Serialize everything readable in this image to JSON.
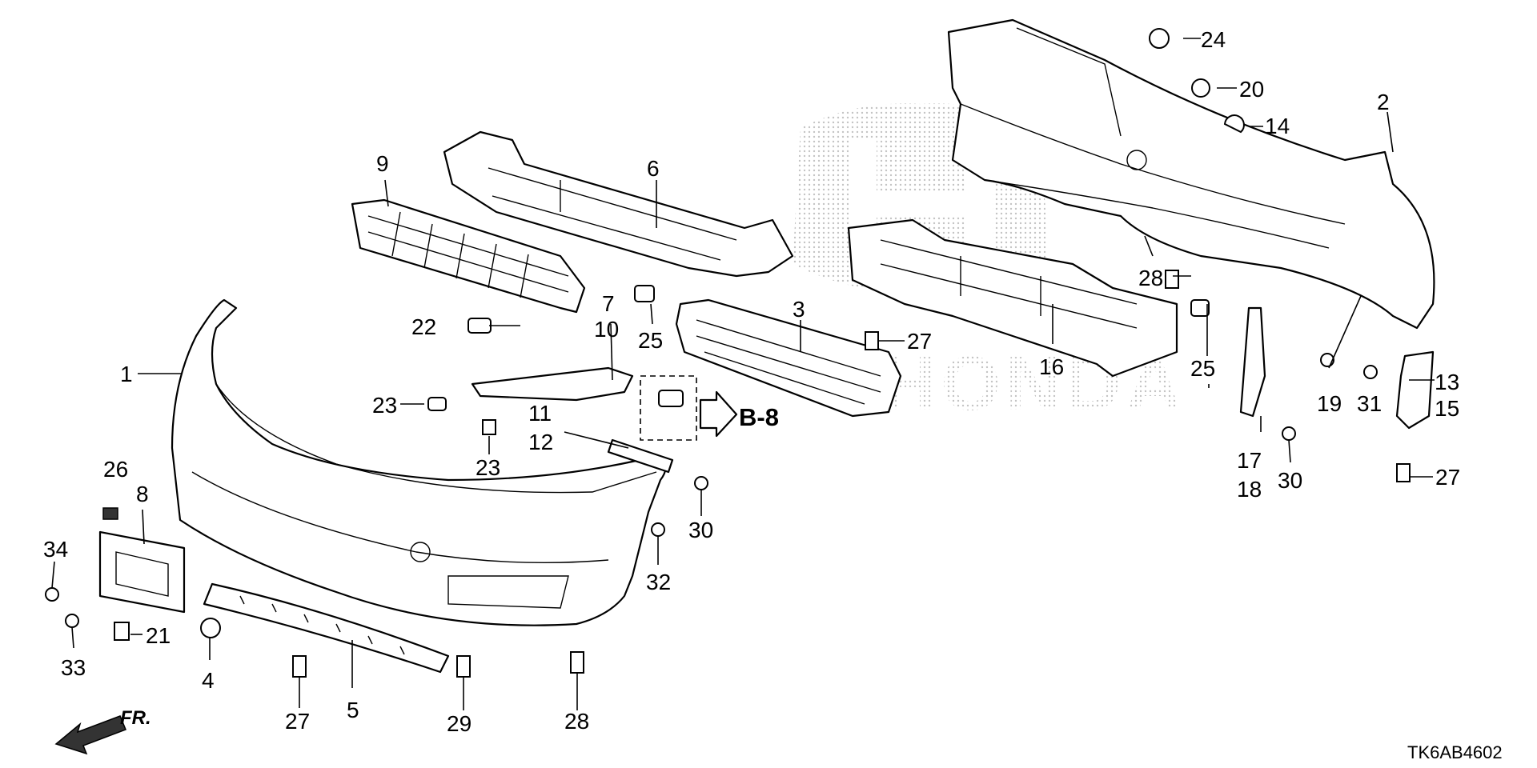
{
  "callouts": {
    "c1": "1",
    "c2": "2",
    "c3": "3",
    "c4": "4",
    "c5": "5",
    "c6": "6",
    "c7": "7",
    "c8": "8",
    "c9": "9",
    "c10": "10",
    "c11": "11",
    "c12": "12",
    "c13": "13",
    "c14": "14",
    "c15": "15",
    "c16": "16",
    "c17": "17",
    "c18": "18",
    "c19": "19",
    "c20": "20",
    "c21": "21",
    "c22": "22",
    "c23a": "23",
    "c23b": "23",
    "c24": "24",
    "c25a": "25",
    "c25b": "25",
    "c26": "26",
    "c27a": "27",
    "c27b": "27",
    "c27c": "27",
    "c28a": "28",
    "c28b": "28",
    "c29": "29",
    "c30a": "30",
    "c30b": "30",
    "c31": "31",
    "c32": "32",
    "c33": "33",
    "c34": "34"
  },
  "reference_label": "B-8",
  "direction_label": "FR.",
  "catalog_code": "TK6AB4602",
  "watermark_brand": "HONDA"
}
